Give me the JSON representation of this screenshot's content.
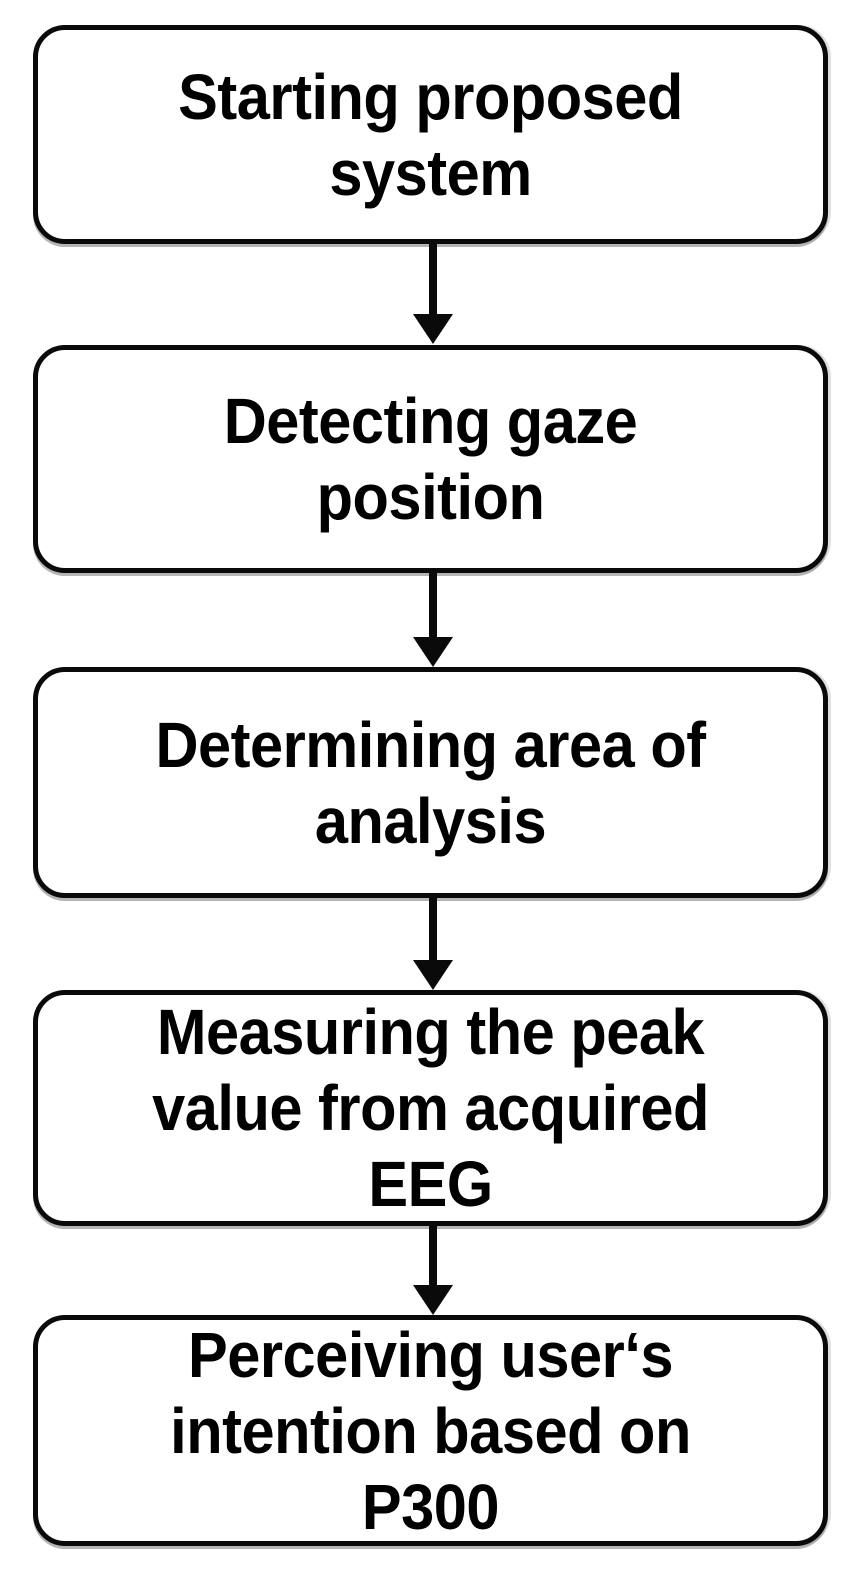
{
  "diagram": {
    "type": "flowchart",
    "orientation": "vertical",
    "title": "",
    "background_color": "#ffffff",
    "node_fill_color": "#ffffff",
    "node_border_color": "#0a0a0a",
    "text_color": "#000000",
    "arrow_color": "#0a0a0a",
    "nodes": [
      {
        "id": "node-1",
        "shape": "rounded-rectangle",
        "label": "Starting proposed\nsystem",
        "lines": [
          "Starting proposed",
          "system"
        ]
      },
      {
        "id": "node-2",
        "shape": "rounded-rectangle",
        "label": "Detecting gaze\nposition",
        "lines": [
          "Detecting gaze",
          "position"
        ]
      },
      {
        "id": "node-3",
        "shape": "rounded-rectangle",
        "label": "Determining area of\nanalysis",
        "lines": [
          "Determining area of",
          "analysis"
        ]
      },
      {
        "id": "node-4",
        "shape": "rounded-rectangle",
        "label": "Measuring the peak\nvalue from acquired\nEEG",
        "lines": [
          "Measuring the peak",
          "value from acquired",
          "EEG"
        ]
      },
      {
        "id": "node-5",
        "shape": "rounded-rectangle",
        "label": "Perceiving user‘s\nintention based on\nP300",
        "lines": [
          "Perceiving user‘s",
          "intention based on",
          "P300"
        ]
      }
    ],
    "edges": [
      {
        "id": "edge-1",
        "from": "node-1",
        "to": "node-2",
        "style": "solid-arrow-down",
        "label": ""
      },
      {
        "id": "edge-2",
        "from": "node-2",
        "to": "node-3",
        "style": "solid-arrow-down",
        "label": ""
      },
      {
        "id": "edge-3",
        "from": "node-3",
        "to": "node-4",
        "style": "solid-arrow-down",
        "label": ""
      },
      {
        "id": "edge-4",
        "from": "node-4",
        "to": "node-5",
        "style": "solid-arrow-down",
        "label": ""
      }
    ]
  }
}
